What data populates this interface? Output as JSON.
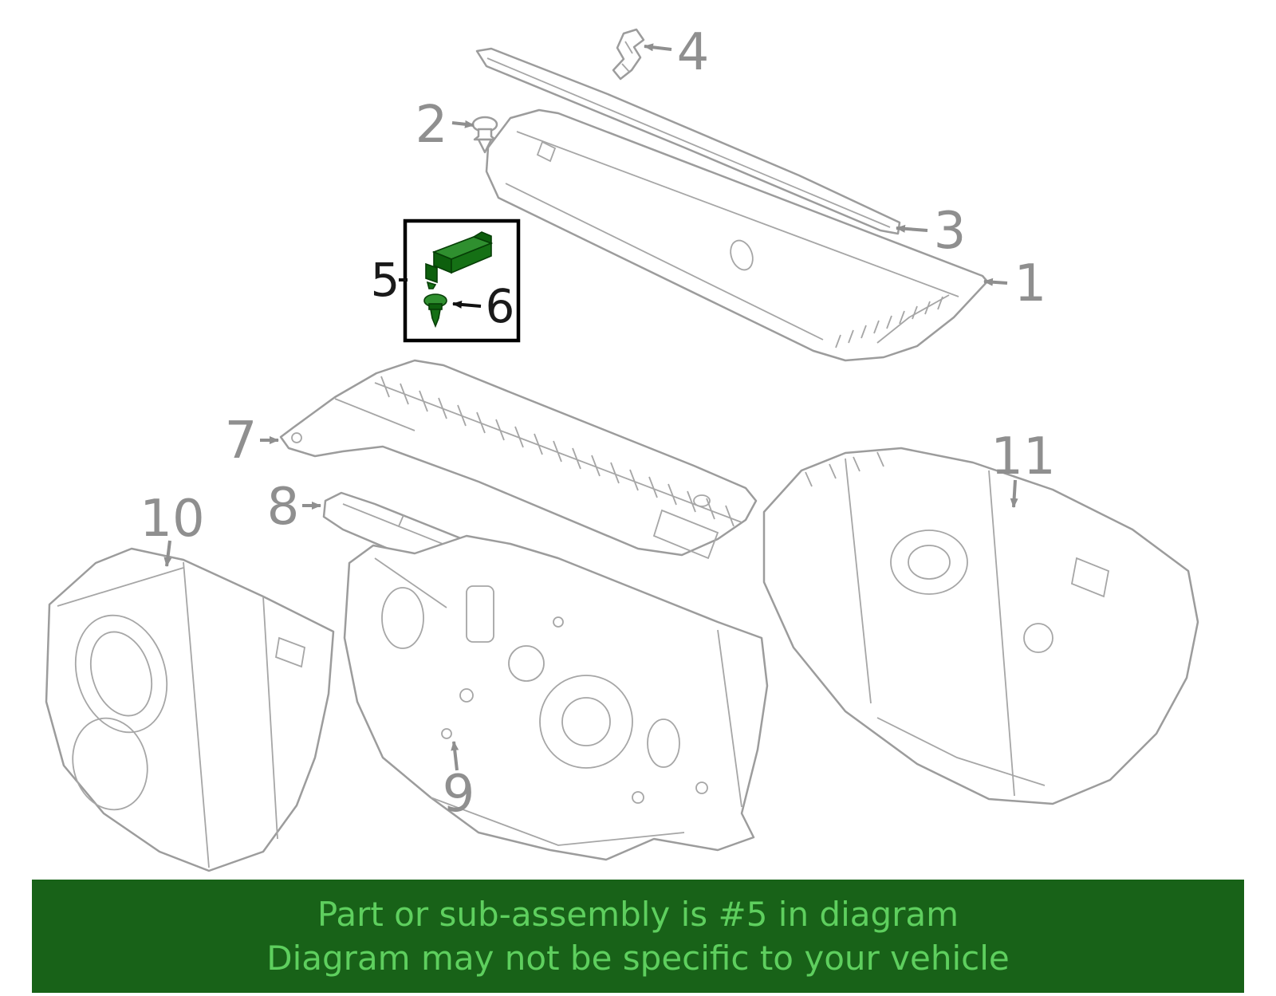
{
  "figure": {
    "type": "parts-diagram",
    "description": "Exploded cowl and dash panel parts diagram with numbered callouts",
    "callouts": [
      {
        "label": "1"
      },
      {
        "label": "2"
      },
      {
        "label": "3"
      },
      {
        "label": "4"
      },
      {
        "label": "5"
      },
      {
        "label": "6"
      },
      {
        "label": "7"
      },
      {
        "label": "8"
      },
      {
        "label": "9"
      },
      {
        "label": "10"
      },
      {
        "label": "11"
      }
    ],
    "highlighted_parts": [
      "5",
      "6"
    ],
    "colors": {
      "part_outline": "#9c9c9c",
      "callout_label": "#8f8f8f",
      "callout_label_highlight": "#1a1a1a",
      "highlight_box_border": "#000000",
      "highlight_green_dark": "#0d5f0d",
      "highlight_green_mid": "#157015",
      "highlight_green_light": "#2f8f2f"
    }
  },
  "banner": {
    "line1": "Part or sub-assembly is #5 in diagram",
    "line2": "Diagram may not be specific to your vehicle",
    "bg_color": "#186218",
    "text_color": "#5ecf5e"
  }
}
